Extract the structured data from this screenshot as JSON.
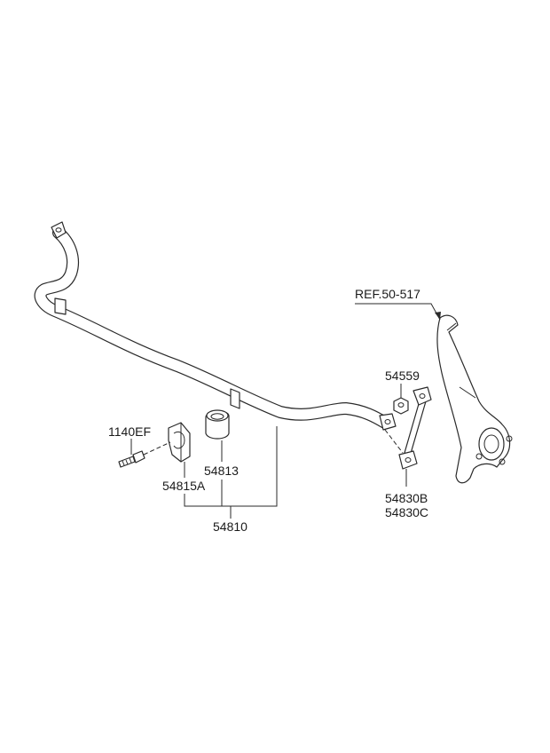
{
  "labels": {
    "ref": "REF.50-517",
    "p54559": "54559",
    "p1140ef": "1140EF",
    "p54813": "54813",
    "p54815a": "54815A",
    "p54830b": "54830B",
    "p54830c": "54830C",
    "p54810": "54810"
  }
}
